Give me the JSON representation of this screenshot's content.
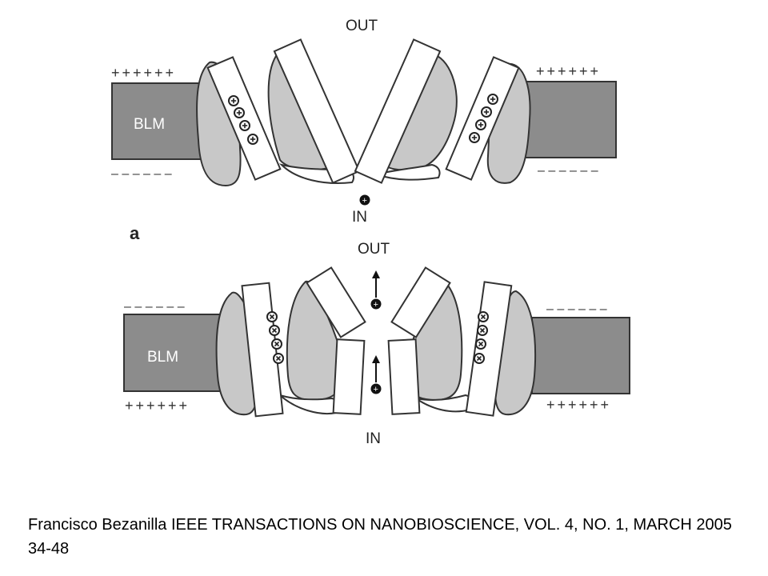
{
  "top_panel": {
    "out_label": "OUT",
    "in_label": "IN",
    "membrane_label": "BLM",
    "upper_charges": "++++++",
    "lower_charges": "– – – – – –",
    "right_upper_charges": "++++++",
    "right_lower_charges": "– – – – – –",
    "gate_charge": "+"
  },
  "bottom_panel": {
    "out_label": "OUT",
    "in_label": "IN",
    "membrane_label": "BLM",
    "upper_charges": "– – – – – –",
    "lower_charges": "++++++",
    "right_upper_charges": "– – – – – –",
    "right_lower_charges": "++++++",
    "ion_charge": "+"
  },
  "panel_letter": "a",
  "caption": "Francisco Bezanilla IEEE TRANSACTIONS ON NANOBIOSCIENCE, VOL. 4, NO. 1, MARCH 2005 34-48",
  "colors": {
    "membrane": "#8c8c8c",
    "protein": "#c8c8c8",
    "helix": "#ffffff",
    "stroke": "#333333"
  }
}
